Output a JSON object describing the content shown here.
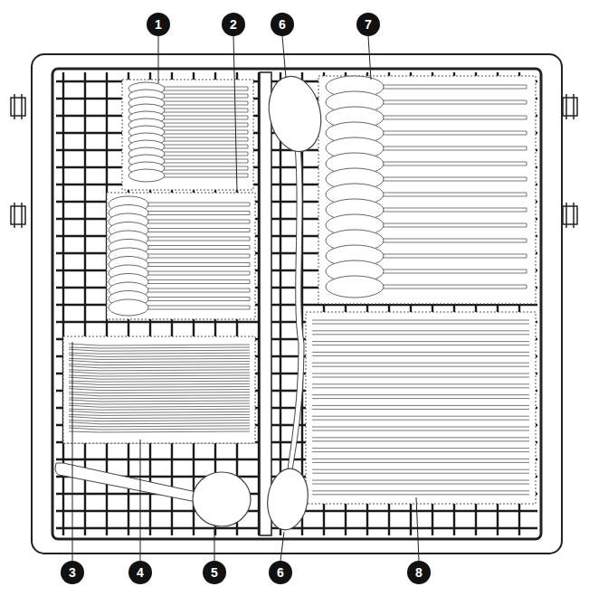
{
  "diagram": {
    "labels": [
      "1",
      "2",
      "6",
      "7",
      "3",
      "4",
      "5",
      "6",
      "8"
    ]
  }
}
